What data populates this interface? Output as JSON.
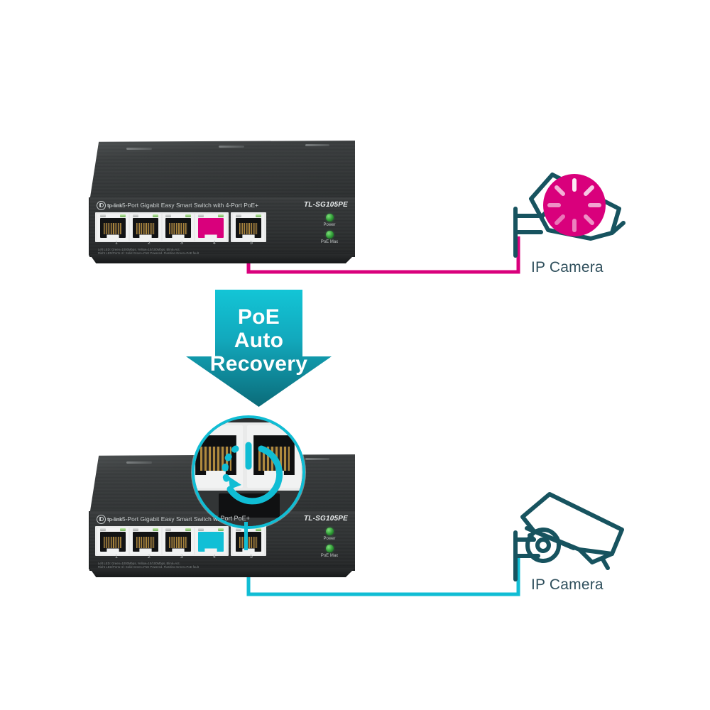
{
  "meta": {
    "illustration_title": "PoE Auto Recovery",
    "background_color": "#ffffff"
  },
  "colors": {
    "fault_pink": "#d9007c",
    "ok_cyan": "#10bdd4",
    "camera_outline": "#17535f",
    "label_text": "#2f4f5c",
    "arrow_top": "#13c5d6",
    "arrow_bottom": "#0b6b79",
    "led_green": "#3da84a"
  },
  "callout": {
    "line1": "PoE",
    "line2": "Auto",
    "line3": "Recovery",
    "icon": "down-arrow-banner"
  },
  "switch_top": {
    "state": "fault",
    "brand": "tp-link",
    "brand_icon": "tp-link-logo",
    "product_name": "5-Port Gigabit Easy Smart Switch with 4-Port PoE+",
    "model": "TL-SG105PE",
    "legend_line1": "Left LED:  Green=1000Mbps, Yellow=10/100Mbps, Blink=Act.",
    "legend_line2": "Right LED(Port1-4):  Solid Green=PoE Powered, Flashing Green=PoE fault",
    "port_numbers": [
      "1",
      "2",
      "3",
      "4",
      "5"
    ],
    "active_port": "4",
    "active_port_color": "#d9007c",
    "status_leds": [
      {
        "label": "Power",
        "color": "#3da84a"
      },
      {
        "label": "PoE Max",
        "color": "#3da84a"
      }
    ]
  },
  "switch_bottom": {
    "state": "recovered",
    "brand": "tp-link",
    "brand_icon": "tp-link-logo",
    "product_name": "5-Port Gigabit Easy Smart Switch with 4-Port PoE+",
    "model": "TL-SG105PE",
    "legend_line1": "Left LED:  Green=1000Mbps, Yellow=10/100Mbps, Blink=Act.",
    "legend_line2": "Right LED(Port1-4):  Solid Green=PoE Powered, Flashing Green=PoE fault",
    "port_numbers": [
      "1",
      "2",
      "3",
      "4",
      "5"
    ],
    "active_port": "4",
    "active_port_color": "#10bdd4",
    "status_leds": [
      {
        "label": "Power",
        "color": "#3da84a"
      },
      {
        "label": "PoE Max",
        "color": "#3da84a"
      }
    ]
  },
  "magnifier": {
    "icon": "power-restart-icon",
    "icon_color": "#10bdd4",
    "ring_color": "#10bdd4",
    "targets_port": "4"
  },
  "camera_top": {
    "label": "IP Camera",
    "icon": "ip-camera-fault-icon",
    "state": "offline",
    "overlay_icon": "loading-spinner-icon",
    "overlay_color": "#d9007c",
    "cable_color": "#d9007c"
  },
  "camera_bottom": {
    "label": "IP Camera",
    "icon": "ip-camera-icon",
    "state": "online",
    "cable_color": "#10bdd4"
  }
}
